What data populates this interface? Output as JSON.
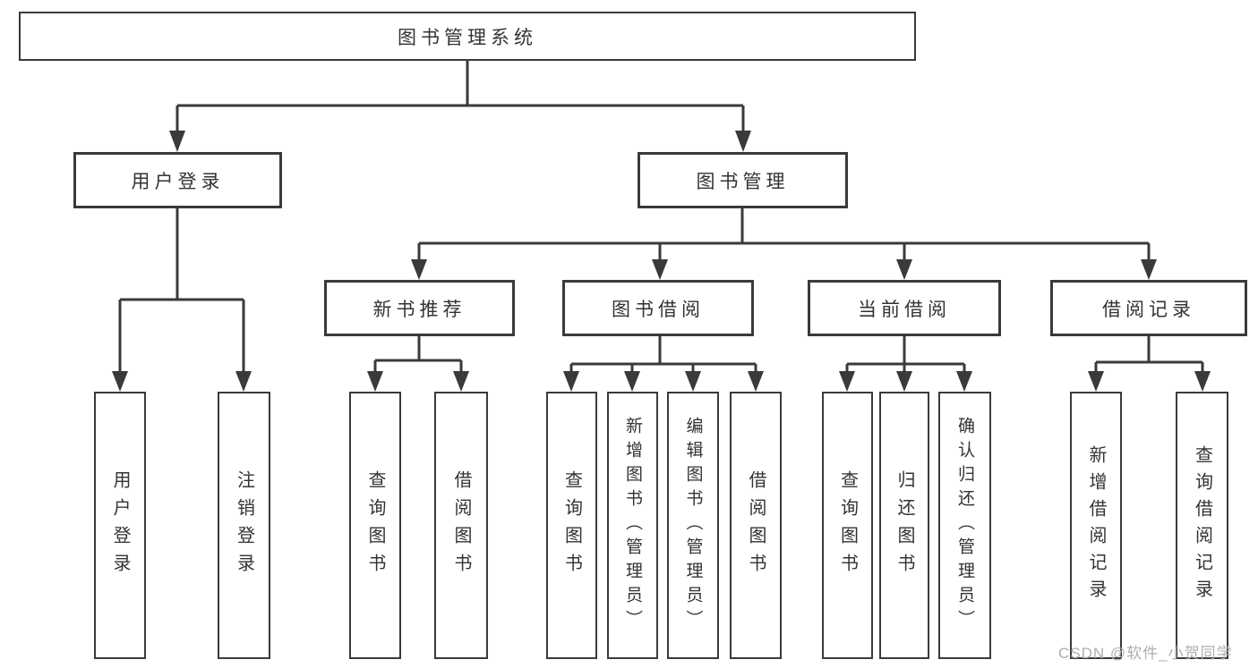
{
  "colors": {
    "line": "#3a3a3a",
    "text": "#333333",
    "watermark": "#aeaeae",
    "background": "#ffffff"
  },
  "watermark": {
    "text": "CSDN @软件_小贺同学"
  },
  "diagram": {
    "root": {
      "label": "图书管理系统",
      "children": [
        {
          "label": "用户登录",
          "children": [
            {
              "label": "用户登录"
            },
            {
              "label": "注销登录"
            }
          ]
        },
        {
          "label": "图书管理",
          "children": [
            {
              "label": "新书推荐",
              "children": [
                {
                  "label": "查询图书"
                },
                {
                  "label": "借阅图书"
                }
              ]
            },
            {
              "label": "图书借阅",
              "children": [
                {
                  "label": "查询图书"
                },
                {
                  "label": "新增图书（管理员）"
                },
                {
                  "label": "编辑图书（管理员）"
                },
                {
                  "label": "借阅图书"
                }
              ]
            },
            {
              "label": "当前借阅",
              "children": [
                {
                  "label": "查询图书"
                },
                {
                  "label": "归还图书"
                },
                {
                  "label": "确认归还（管理员）"
                }
              ]
            },
            {
              "label": "借阅记录",
              "children": [
                {
                  "label": "新增借阅记录"
                },
                {
                  "label": "查询借阅记录"
                }
              ]
            }
          ]
        }
      ]
    }
  }
}
